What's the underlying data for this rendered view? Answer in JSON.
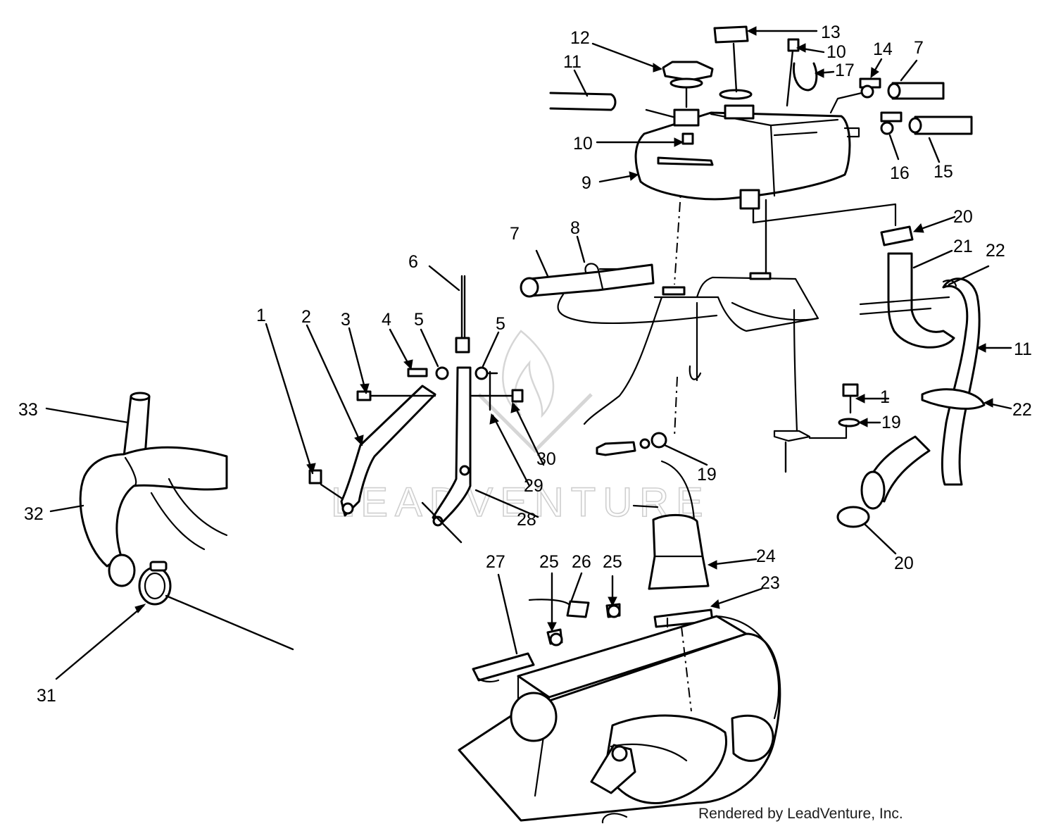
{
  "watermark": "LEADVENTURE",
  "credit": "Rendered by LeadVenture, Inc.",
  "callouts": [
    {
      "id": "c1a",
      "text": "1"
    },
    {
      "id": "c1b",
      "text": "1"
    },
    {
      "id": "c2",
      "text": "2"
    },
    {
      "id": "c3",
      "text": "3"
    },
    {
      "id": "c4",
      "text": "4"
    },
    {
      "id": "c5a",
      "text": "5"
    },
    {
      "id": "c5b",
      "text": "5"
    },
    {
      "id": "c6",
      "text": "6"
    },
    {
      "id": "c7a",
      "text": "7"
    },
    {
      "id": "c7b",
      "text": "7"
    },
    {
      "id": "c8",
      "text": "8"
    },
    {
      "id": "c9",
      "text": "9"
    },
    {
      "id": "c10a",
      "text": "10"
    },
    {
      "id": "c10b",
      "text": "10"
    },
    {
      "id": "c11a",
      "text": "11"
    },
    {
      "id": "c11b",
      "text": "11"
    },
    {
      "id": "c12",
      "text": "12"
    },
    {
      "id": "c13",
      "text": "13"
    },
    {
      "id": "c14",
      "text": "14"
    },
    {
      "id": "c15",
      "text": "15"
    },
    {
      "id": "c16",
      "text": "16"
    },
    {
      "id": "c17",
      "text": "17"
    },
    {
      "id": "c19a",
      "text": "19"
    },
    {
      "id": "c19b",
      "text": "19"
    },
    {
      "id": "c20a",
      "text": "20"
    },
    {
      "id": "c20b",
      "text": "20"
    },
    {
      "id": "c21",
      "text": "21"
    },
    {
      "id": "c22a",
      "text": "22"
    },
    {
      "id": "c22b",
      "text": "22"
    },
    {
      "id": "c23",
      "text": "23"
    },
    {
      "id": "c24",
      "text": "24"
    },
    {
      "id": "c25a",
      "text": "25"
    },
    {
      "id": "c25b",
      "text": "25"
    },
    {
      "id": "c26",
      "text": "26"
    },
    {
      "id": "c27",
      "text": "27"
    },
    {
      "id": "c28",
      "text": "28"
    },
    {
      "id": "c29",
      "text": "29"
    },
    {
      "id": "c30",
      "text": "30"
    },
    {
      "id": "c31",
      "text": "31"
    },
    {
      "id": "c32",
      "text": "32"
    },
    {
      "id": "c33",
      "text": "33"
    }
  ]
}
